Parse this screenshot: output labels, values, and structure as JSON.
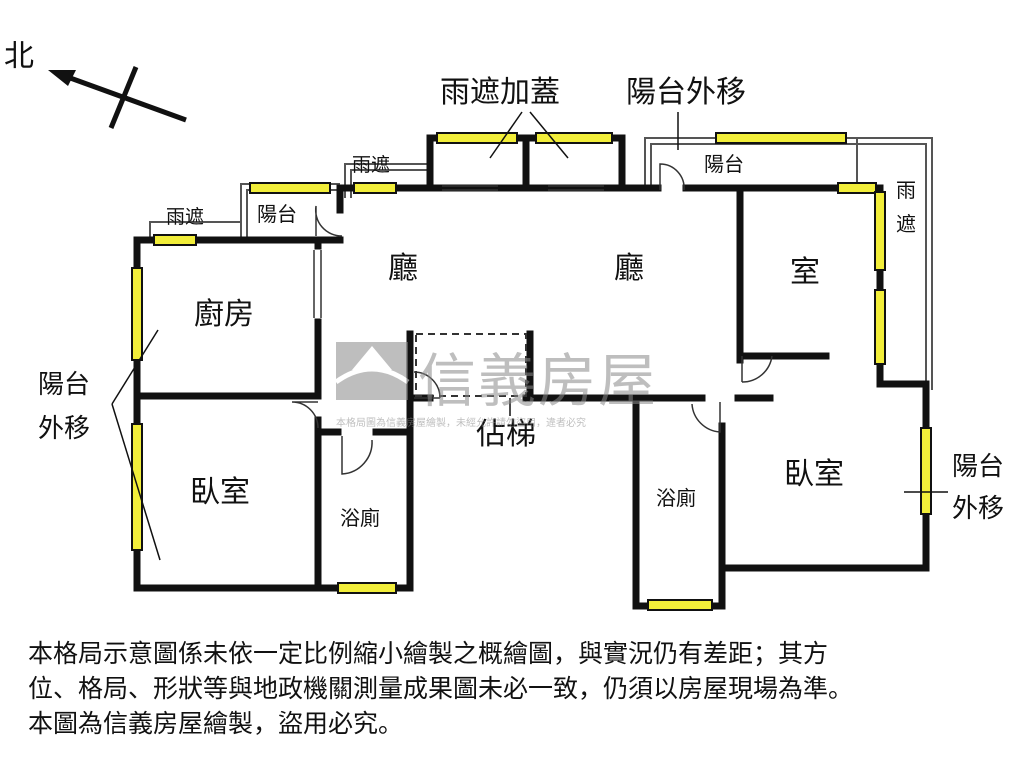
{
  "compass": {
    "north_label": "北"
  },
  "rooms": {
    "living_left": "廳",
    "living_right": "廳",
    "room_top_right": "室",
    "kitchen": "廚房",
    "bedroom_left": "臥室",
    "bathroom_left": "浴廁",
    "bathroom_right": "浴廁",
    "bedroom_right": "臥室",
    "stairs": "佔梯"
  },
  "annotations": {
    "canopy_addition": "雨遮加蓋",
    "balcony_moved_top": "陽台外移",
    "balcony_top": "陽台",
    "balcony_left": "陽台",
    "canopy_small": "雨遮",
    "canopy_left": "雨遮",
    "canopy_right_line1": "雨",
    "canopy_right_line2": "遮",
    "balcony_moved_left_line1": "陽台",
    "balcony_moved_left_line2": "外移",
    "balcony_moved_right_line1": "陽台",
    "balcony_moved_right_line2": "外移"
  },
  "watermark": {
    "brand": "信義房屋",
    "notice": "本格局圖為信義房屋繪製，未經允許請勿盜用，違者必究"
  },
  "disclaimer": {
    "line1": "本格局示意圖係未依一定比例縮小繪製之概繪圖，與實況仍有差距；其方",
    "line2": "位、格局、形狀等與地政機關測量成果圖未必一致，仍須以房屋現場為準。",
    "line3": "本圖為信義房屋繪製，盜用必究。"
  },
  "colors": {
    "wall": "#111111",
    "window": "#f2ee3a",
    "watermark": "#8a8a8a"
  }
}
